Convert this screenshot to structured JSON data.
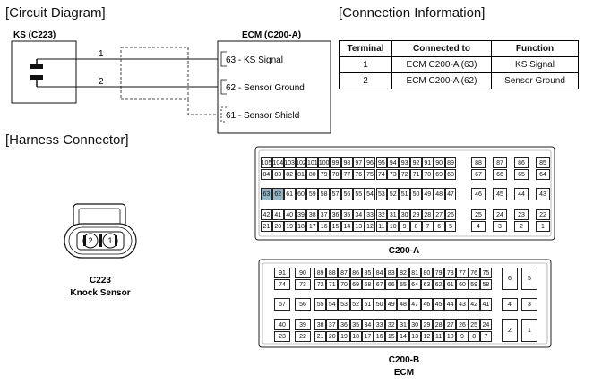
{
  "headings": {
    "circuit": "[Circuit Diagram]",
    "connection": "[Connection Information]",
    "harness": "[Harness Connector]"
  },
  "circuit": {
    "ks_label": "KS (C223)",
    "ecm_label": "ECM (C200-A)",
    "wire1": "1",
    "wire2": "2",
    "signal": "63 - KS Signal",
    "ground": "62 - Sensor Ground",
    "shield": "61 - Sensor Shield"
  },
  "connection_table": {
    "headers": [
      "Terminal",
      "Connected to",
      "Function"
    ],
    "rows": [
      [
        "1",
        "ECM C200-A (63)",
        "KS Signal"
      ],
      [
        "2",
        "ECM C200-A (62)",
        "Sensor Ground"
      ]
    ]
  },
  "ks_connector": {
    "pin_left": "2",
    "pin_right": "1",
    "name": "C223",
    "desc": "Knock Sensor"
  },
  "c200a": {
    "label": "C200-A",
    "highlighted": [
      "63",
      "62"
    ],
    "rows": [
      [
        [
          "105",
          "104",
          "103",
          "102",
          "101",
          "100",
          "99",
          "98",
          "97",
          "96",
          "95",
          "94",
          "93",
          "92",
          "91",
          "90",
          "89"
        ],
        [
          "88",
          "87",
          "86",
          "85"
        ]
      ],
      [
        [
          "84",
          "83",
          "82",
          "81",
          "80",
          "79",
          "78",
          "77",
          "76",
          "75",
          "74",
          "73",
          "72",
          "71",
          "70",
          "69",
          "68"
        ],
        [
          "67",
          "66",
          "65",
          "64"
        ]
      ],
      [
        [
          "63",
          "62",
          "61",
          "60",
          "59",
          "58",
          "57",
          "56",
          "55",
          "54",
          "53",
          "52",
          "51",
          "50",
          "49",
          "48",
          "47"
        ],
        [
          "46",
          "45",
          "44",
          "43"
        ]
      ],
      [
        [
          "42",
          "41",
          "40",
          "39",
          "38",
          "37",
          "36",
          "35",
          "34",
          "33",
          "32",
          "31",
          "30",
          "29",
          "28",
          "27",
          "26"
        ],
        [
          "25",
          "24",
          "23",
          "22"
        ]
      ],
      [
        [
          "21",
          "20",
          "19",
          "18",
          "17",
          "16",
          "15",
          "14",
          "13",
          "12",
          "11",
          "10",
          "9",
          "8",
          "7",
          "6",
          "5"
        ],
        [
          "4",
          "3",
          "2",
          "1"
        ]
      ]
    ]
  },
  "c200b": {
    "label": "C200-B",
    "sublabel": "ECM",
    "rows": [
      [
        [
          "91",
          "90"
        ],
        [
          "89",
          "88",
          "87",
          "86",
          "85",
          "84",
          "83",
          "82",
          "81",
          "80",
          "79",
          "78",
          "77",
          "76",
          "75"
        ],
        [
          "6",
          "5"
        ]
      ],
      [
        [
          "74",
          "73"
        ],
        [
          "72",
          "71",
          "70",
          "69",
          "68",
          "67",
          "66",
          "65",
          "64",
          "63",
          "62",
          "61",
          "60",
          "59",
          "58"
        ],
        []
      ],
      [
        [
          "57",
          "56"
        ],
        [
          "55",
          "54",
          "53",
          "52",
          "51",
          "50",
          "49",
          "48",
          "47",
          "46",
          "45",
          "44",
          "43",
          "42",
          "41"
        ],
        [
          "4",
          "3"
        ]
      ],
      [
        [
          "40",
          "39"
        ],
        [
          "38",
          "37",
          "36",
          "35",
          "34",
          "33",
          "32",
          "31",
          "30",
          "29",
          "28",
          "27",
          "26",
          "25",
          "24"
        ],
        [
          "2",
          "1"
        ]
      ],
      [
        [
          "23",
          "22"
        ],
        [
          "21",
          "20",
          "19",
          "18",
          "17",
          "16",
          "15",
          "14",
          "13",
          "12",
          "11",
          "10",
          "9",
          "8",
          "7"
        ],
        []
      ]
    ]
  }
}
